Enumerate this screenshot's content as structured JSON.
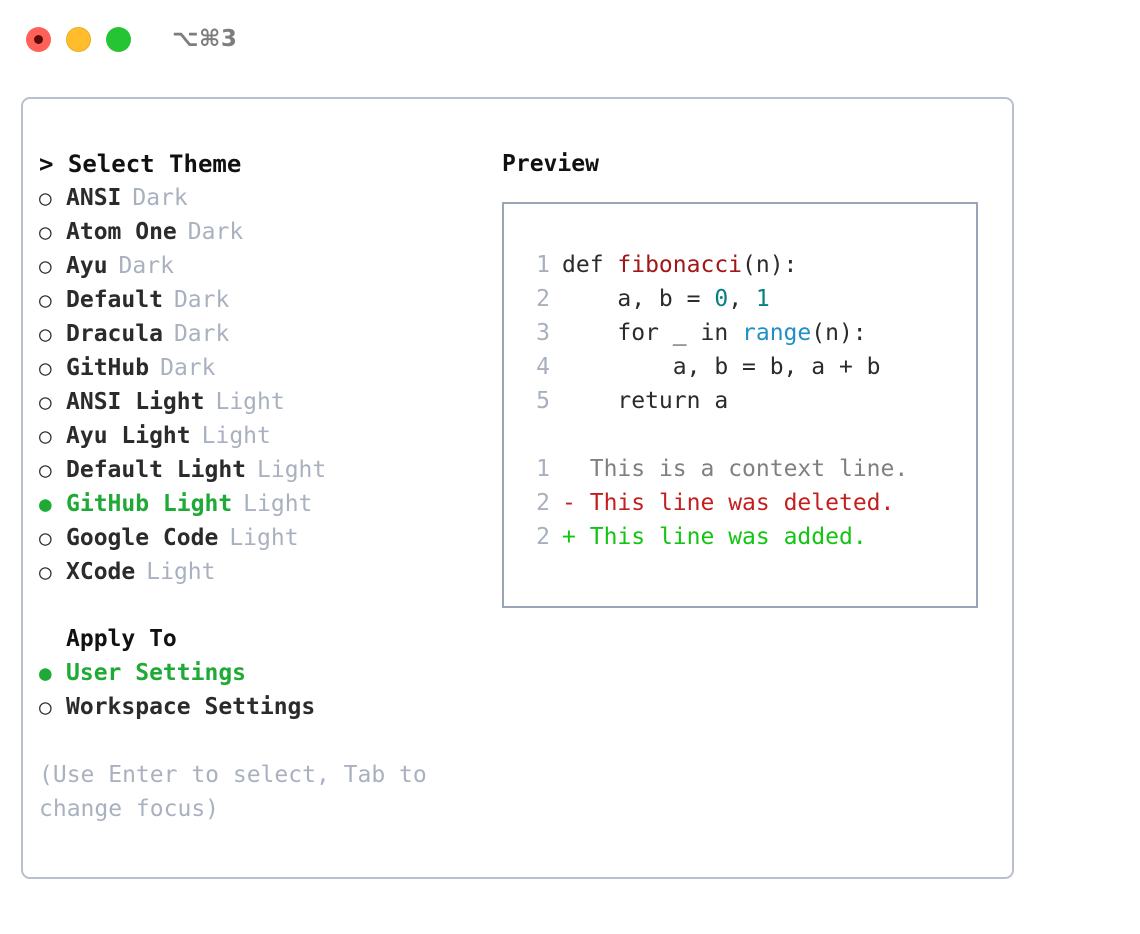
{
  "window": {
    "shortcut": "⌥⌘3",
    "traffic_lights": [
      {
        "name": "close",
        "color": "#ff6159"
      },
      {
        "name": "minimize",
        "color": "#ffbd2e"
      },
      {
        "name": "maximize",
        "color": "#24c434"
      }
    ]
  },
  "theme_picker": {
    "header": "> Select Theme",
    "bullet_off": "○",
    "bullet_on": "●",
    "options": [
      {
        "label": "ANSI",
        "badge": "Dark",
        "selected": false
      },
      {
        "label": "Atom One",
        "badge": "Dark",
        "selected": false
      },
      {
        "label": "Ayu",
        "badge": "Dark",
        "selected": false
      },
      {
        "label": "Default",
        "badge": "Dark",
        "selected": false
      },
      {
        "label": "Dracula",
        "badge": "Dark",
        "selected": false
      },
      {
        "label": "GitHub",
        "badge": "Dark",
        "selected": false
      },
      {
        "label": "ANSI Light",
        "badge": "Light",
        "selected": false
      },
      {
        "label": "Ayu Light",
        "badge": "Light",
        "selected": false
      },
      {
        "label": "Default Light",
        "badge": "Light",
        "selected": false
      },
      {
        "label": "GitHub Light",
        "badge": "Light",
        "selected": true
      },
      {
        "label": "Google Code",
        "badge": "Light",
        "selected": false
      },
      {
        "label": "XCode",
        "badge": "Light",
        "selected": false
      }
    ]
  },
  "apply_to": {
    "header": "Apply To",
    "options": [
      {
        "label": "User Settings",
        "selected": true
      },
      {
        "label": "Workspace Settings",
        "selected": false
      }
    ]
  },
  "hint": "(Use Enter to select, Tab to change focus)",
  "preview": {
    "title": "Preview",
    "code_lines": [
      {
        "lineno": "1",
        "tokens": [
          {
            "text": "def ",
            "type": "def"
          },
          {
            "text": "fibonacci",
            "type": "fn"
          },
          {
            "text": "(n):",
            "type": "plain"
          }
        ]
      },
      {
        "lineno": "2",
        "tokens": [
          {
            "text": "    a, b = ",
            "type": "plain"
          },
          {
            "text": "0",
            "type": "num"
          },
          {
            "text": ", ",
            "type": "plain"
          },
          {
            "text": "1",
            "type": "num"
          }
        ]
      },
      {
        "lineno": "3",
        "tokens": [
          {
            "text": "    for _ in ",
            "type": "plain"
          },
          {
            "text": "range",
            "type": "call"
          },
          {
            "text": "(n):",
            "type": "plain"
          }
        ]
      },
      {
        "lineno": "4",
        "tokens": [
          {
            "text": "        a, b = b, a + b",
            "type": "plain"
          }
        ]
      },
      {
        "lineno": "5",
        "tokens": [
          {
            "text": "    return a",
            "type": "plain"
          }
        ]
      }
    ],
    "diff_lines": [
      {
        "lineno": "1",
        "marker": " ",
        "text": "This is a context line.",
        "type": "ctx"
      },
      {
        "lineno": "2",
        "marker": "-",
        "text": "This line was deleted.",
        "type": "del"
      },
      {
        "lineno": "2",
        "marker": "+",
        "text": "This line was added.",
        "type": "add"
      }
    ]
  },
  "colors": {
    "accent_green": "#1faa35",
    "badge_gray": "#a9b1c0",
    "lineno_gray": "#a8b0bd",
    "border": "#b9c0cc",
    "preview_border": "#9aa5b5",
    "token_function": "#a01717",
    "token_number": "#09807f",
    "token_call": "#1f8fc4",
    "diff_context": "#808080",
    "diff_deleted": "#c41f1f",
    "diff_added": "#13c413"
  }
}
